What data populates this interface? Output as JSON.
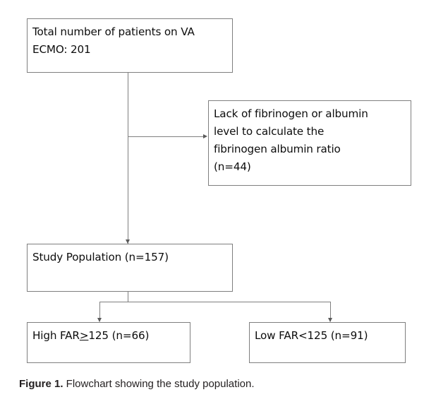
{
  "figure": {
    "caption_label": "Figure 1.",
    "caption_text": " Flowchart showing the study population.",
    "line_color": "#7f7f7f",
    "text_color": "#0d0d0d",
    "caption_color": "#231f20",
    "background": "#ffffff"
  },
  "flowchart": {
    "type": "flowchart",
    "nodes": [
      {
        "id": "total",
        "label": "Total number of patients on VA\nECMO: 201",
        "count": 201
      },
      {
        "id": "excluded",
        "label": "Lack of fibrinogen or albumin\nlevel to calculate the\nfibrinogen albumin ratio\n (n=44)",
        "count": 44
      },
      {
        "id": "study",
        "label": "Study Population (n=157)",
        "count": 157
      },
      {
        "id": "high_far",
        "label_before": "High FAR",
        "label_symbol": ">",
        "label_after": "125 (n=66)",
        "count": 66
      },
      {
        "id": "low_far",
        "label": "Low FAR<125 (n=91)",
        "count": 91
      }
    ],
    "edges": [
      {
        "from": "total",
        "to": "excluded",
        "style": "elbow-right-arrow"
      },
      {
        "from": "total",
        "to": "study",
        "style": "straight-down-arrow"
      },
      {
        "from": "study",
        "to": "high_far",
        "style": "split-down-arrow"
      },
      {
        "from": "study",
        "to": "low_far",
        "style": "split-down-arrow"
      }
    ]
  }
}
